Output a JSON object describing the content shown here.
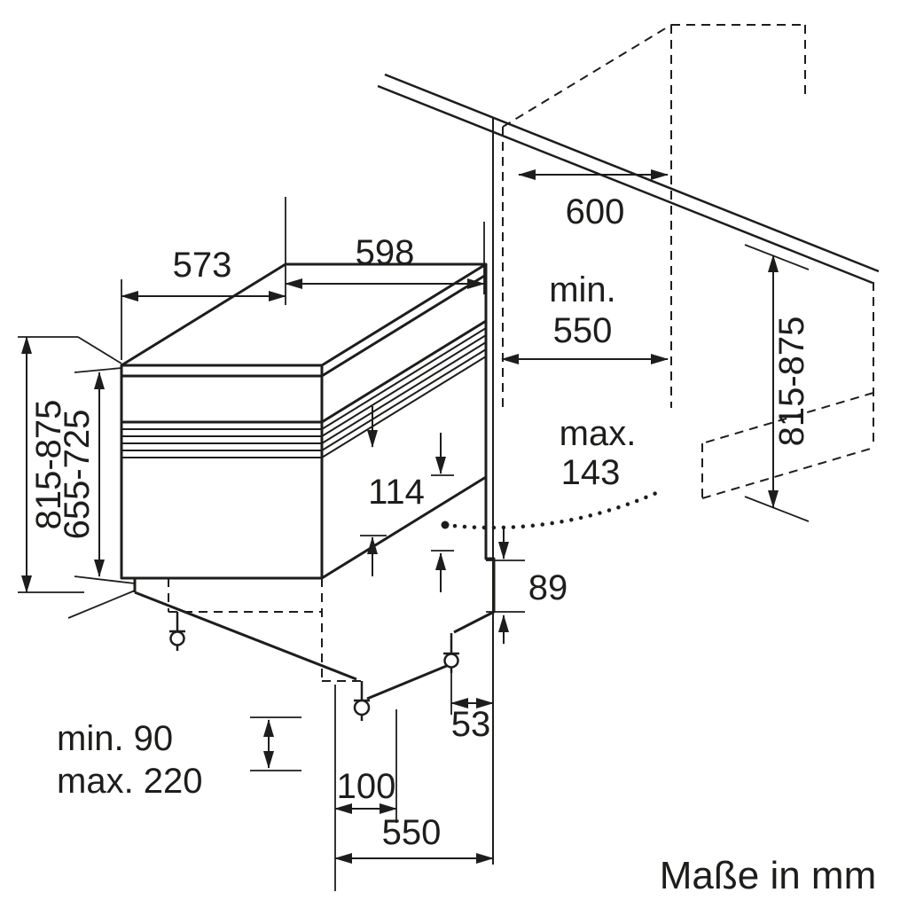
{
  "caption": "Maße in mm",
  "colors": {
    "line": "#1d1d1b",
    "background": "#ffffff"
  },
  "appliance": {
    "top_depth": "573",
    "top_width": "598",
    "height_overall": "815-875",
    "height_body": "655-725",
    "control_panel_height": "114",
    "door_protrusion": {
      "prefix": "max.",
      "value": "143"
    },
    "rear_base_height": "89",
    "rear_foot_inset": "53",
    "plinth_clearance_min": "min. 90",
    "plinth_clearance_max": "max. 220",
    "front_foot_inset": "100",
    "base_depth": "550"
  },
  "niche": {
    "width": "600",
    "depth_prefix": "min.",
    "depth_value": "550",
    "height": "815-875"
  }
}
